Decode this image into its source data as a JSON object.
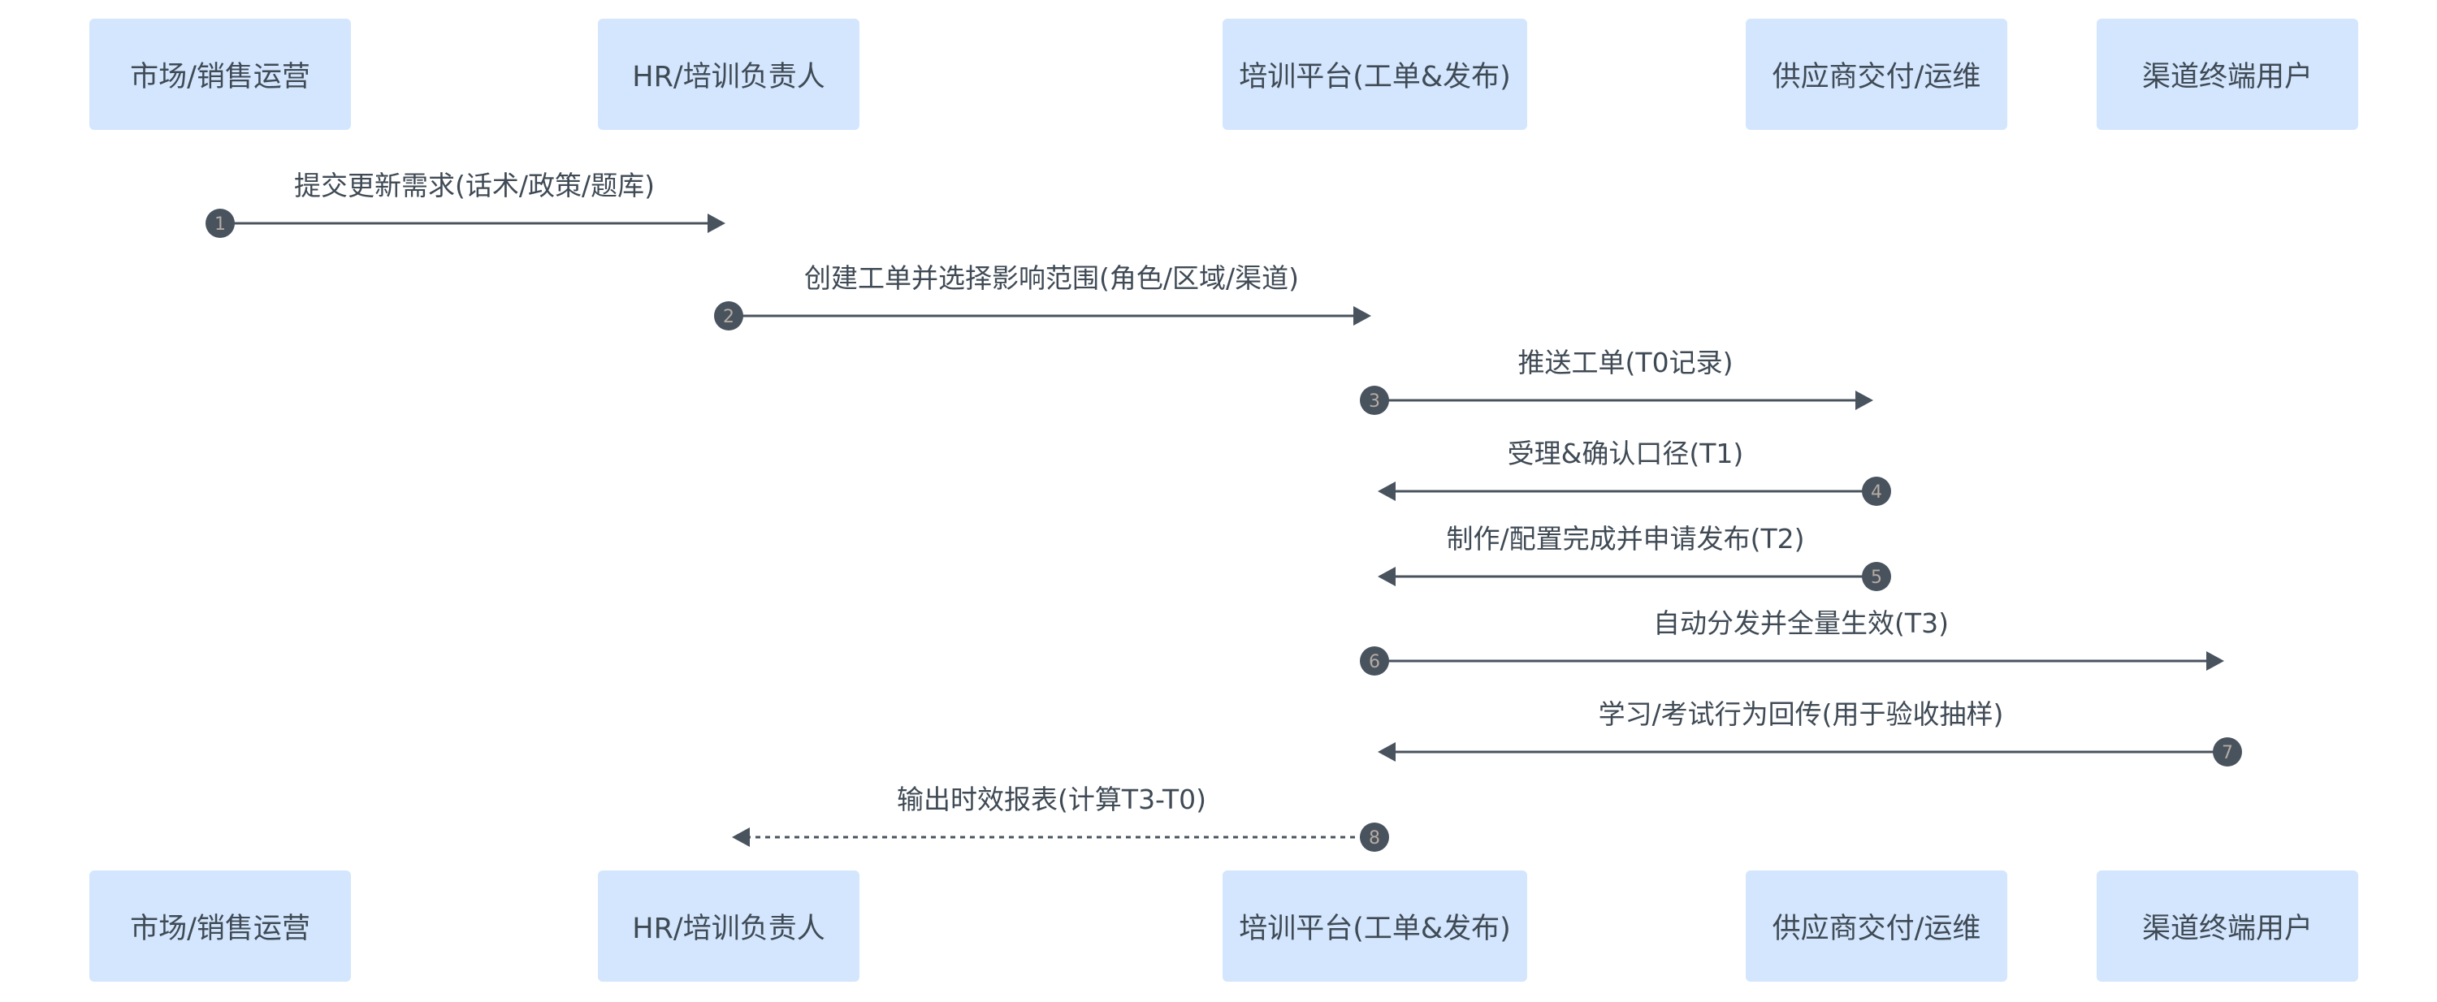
{
  "participants": [
    {
      "id": "mkt",
      "label": "市场/销售运营"
    },
    {
      "id": "hr",
      "label": "HR/培训负责人"
    },
    {
      "id": "platform",
      "label": "培训平台(工单&发布)"
    },
    {
      "id": "vendor",
      "label": "供应商交付/运维"
    },
    {
      "id": "user",
      "label": "渠道终端用户"
    }
  ],
  "messages": [
    {
      "step": "1",
      "from": "mkt",
      "to": "hr",
      "label": "提交更新需求(话术/政策/题库)",
      "style": "solid"
    },
    {
      "step": "2",
      "from": "hr",
      "to": "platform",
      "label": "创建工单并选择影响范围(角色/区域/渠道)",
      "style": "solid"
    },
    {
      "step": "3",
      "from": "platform",
      "to": "vendor",
      "label": "推送工单(T0记录)",
      "style": "solid"
    },
    {
      "step": "4",
      "from": "vendor",
      "to": "platform",
      "label": "受理&确认口径(T1)",
      "style": "solid"
    },
    {
      "step": "5",
      "from": "vendor",
      "to": "platform",
      "label": "制作/配置完成并申请发布(T2)",
      "style": "solid"
    },
    {
      "step": "6",
      "from": "platform",
      "to": "user",
      "label": "自动分发并全量生效(T3)",
      "style": "solid"
    },
    {
      "step": "7",
      "from": "user",
      "to": "platform",
      "label": "学习/考试行为回传(用于验收抽样)",
      "style": "solid"
    },
    {
      "step": "8",
      "from": "platform",
      "to": "hr",
      "label": "输出时效报表(计算T3-T0)",
      "style": "dashed"
    }
  ],
  "colors": {
    "actor_fill": "#d4e6fd",
    "line": "#48535e",
    "text": "#3f4a55",
    "badge_text": "#b5aba2"
  }
}
